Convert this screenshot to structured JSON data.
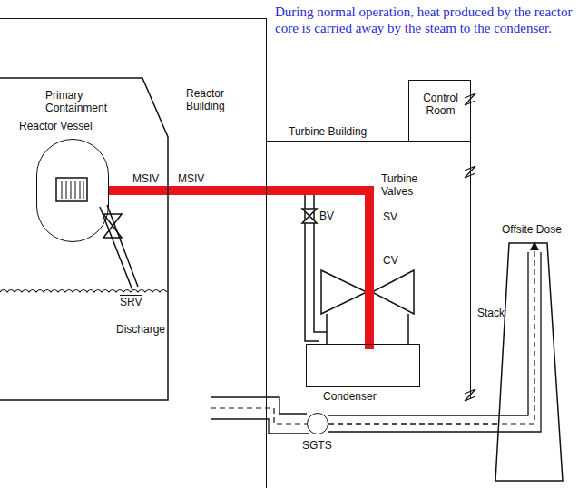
{
  "diagram": {
    "caption": "During normal operation, heat produced by the reactor core is carried away by the steam to the condenser.",
    "nodes": [
      {
        "text": [
          "Reactor Building"
        ]
      },
      {
        "text": [
          "Primary Containment"
        ],
        "in": 0
      },
      {
        "text": [
          "Reactor Vessel"
        ],
        "in": 1
      },
      {
        "text": [
          "Turbine Building"
        ]
      },
      {
        "text": [
          "Control Room"
        ]
      },
      {
        "text": [
          "Condenser"
        ],
        "in": 3
      },
      {
        "text": [
          "SGTS"
        ]
      },
      {
        "text": [
          "Stack"
        ]
      }
    ],
    "edges": [
      {
        "from": 2,
        "to": 5,
        "arrow": "none"
      },
      {
        "from": 6,
        "to": 7,
        "arrow": "none"
      }
    ],
    "labels": [
      "MSIV",
      "MSIV",
      "BV",
      "Turbine Valves",
      "SV",
      "CV",
      "SRV",
      "Discharge",
      "Offsite Dose"
    ]
  }
}
